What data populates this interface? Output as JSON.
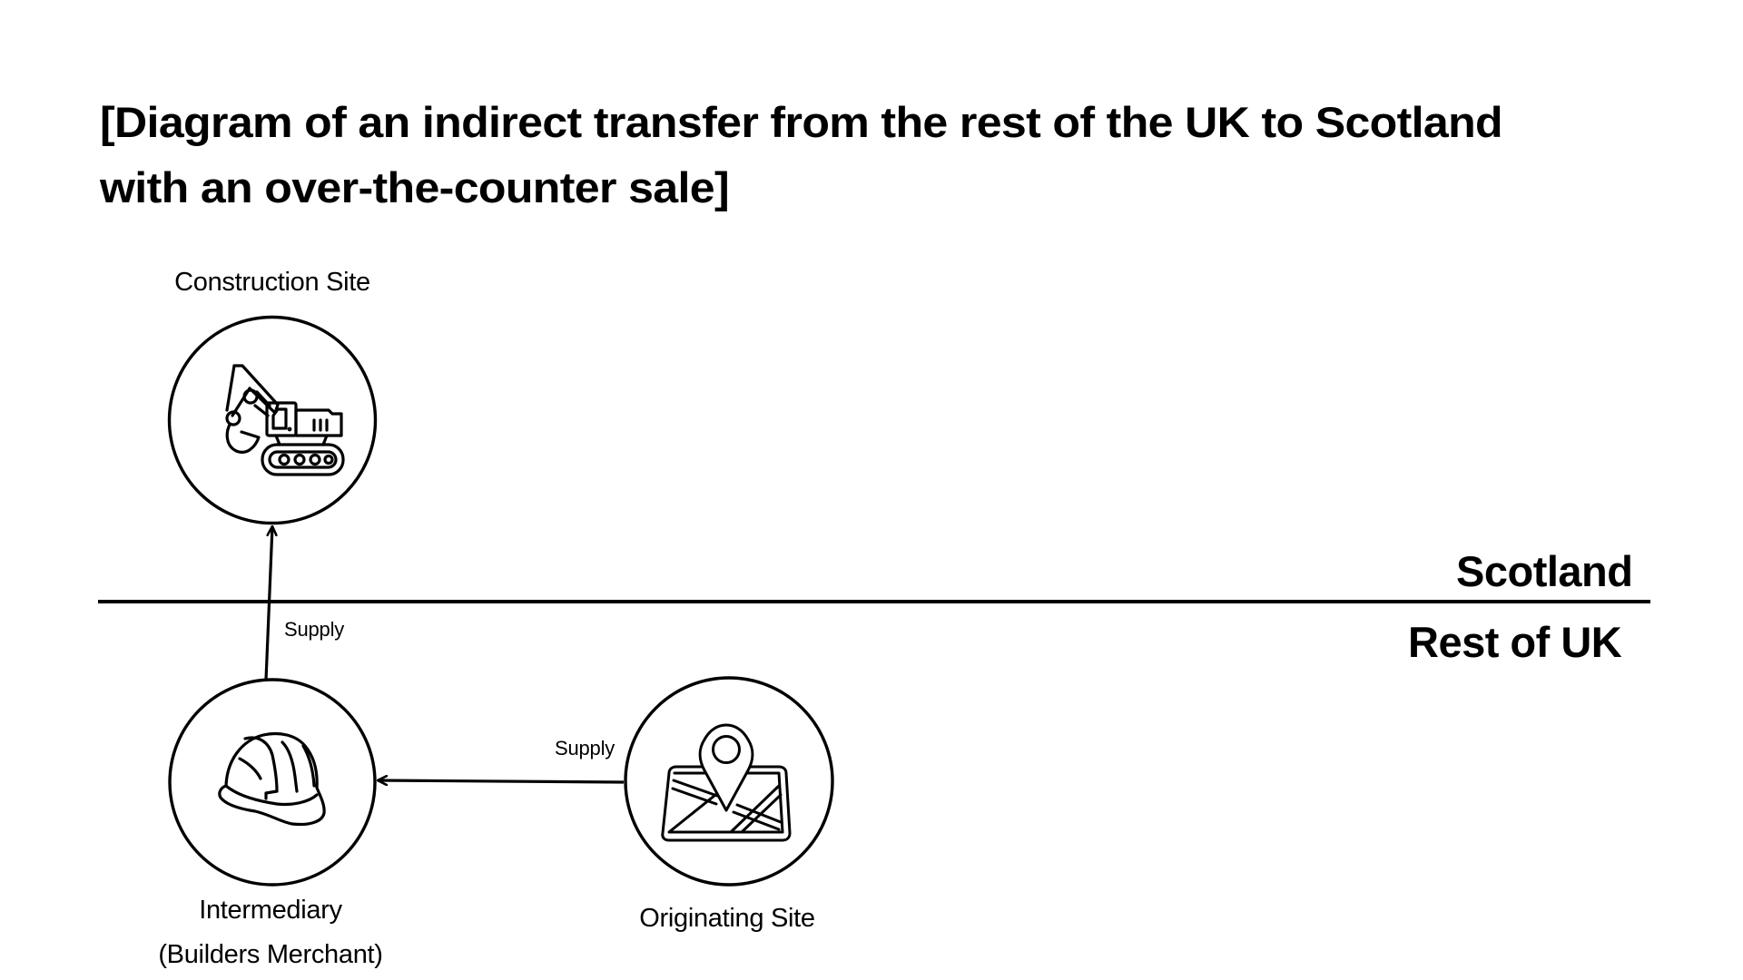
{
  "title": {
    "line1": "[Diagram of an indirect transfer from the rest of the UK to Scotland",
    "line2": "with an over-the-counter sale]"
  },
  "regions": {
    "upper": "Scotland",
    "lower": "Rest of UK",
    "divider_color": "#000000"
  },
  "nodes": [
    {
      "id": "construction-site",
      "label": "Construction Site",
      "icon": "excavator-icon",
      "region": "Scotland"
    },
    {
      "id": "intermediary",
      "label_line1": "Intermediary",
      "label_line2": "(Builders Merchant)",
      "icon": "hard-hat-icon",
      "region": "Rest of UK"
    },
    {
      "id": "originating-site",
      "label": "Originating Site",
      "icon": "map-pin-icon",
      "region": "Rest of UK"
    }
  ],
  "edges": [
    {
      "from": "originating-site",
      "to": "intermediary",
      "label": "Supply"
    },
    {
      "from": "intermediary",
      "to": "construction-site",
      "label": "Supply"
    }
  ],
  "colors": {
    "stroke": "#000000",
    "background": "#ffffff",
    "text": "#000000"
  }
}
